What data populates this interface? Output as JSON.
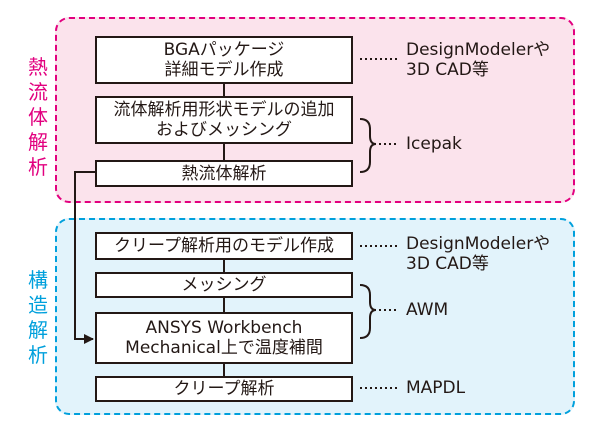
{
  "colors": {
    "thermal_border": "#E2007F",
    "thermal_fill": "#FBE3EC",
    "thermal_label": "#E2007F",
    "structural_border": "#00A0DC",
    "structural_fill": "#E2F3FB",
    "structural_label": "#00A0DC",
    "box_border": "#231815",
    "text": "#231815"
  },
  "thermal": {
    "label": [
      "熱",
      "流",
      "体",
      "解",
      "析"
    ],
    "steps": [
      {
        "lines": [
          "BGAパッケージ",
          "詳細モデル作成"
        ]
      },
      {
        "lines": [
          "流体解析用形状モデルの追加",
          "およびメッシング"
        ]
      },
      {
        "lines": [
          "熱流体解析"
        ]
      }
    ],
    "tools": [
      {
        "lines": [
          "DesignModelerや",
          "3D CAD等"
        ]
      },
      {
        "lines": [
          "Icepak"
        ]
      }
    ]
  },
  "structural": {
    "label": [
      "構",
      "造",
      "解",
      "析"
    ],
    "steps": [
      {
        "lines": [
          "クリープ解析用のモデル作成"
        ]
      },
      {
        "lines": [
          "メッシング"
        ]
      },
      {
        "lines": [
          "ANSYS Workbench",
          "Mechanical上で温度補間"
        ]
      },
      {
        "lines": [
          "クリープ解析"
        ]
      }
    ],
    "tools": [
      {
        "lines": [
          "DesignModelerや",
          "3D CAD等"
        ]
      },
      {
        "lines": [
          "AWM"
        ]
      },
      {
        "lines": [
          "MAPDL"
        ]
      }
    ]
  }
}
